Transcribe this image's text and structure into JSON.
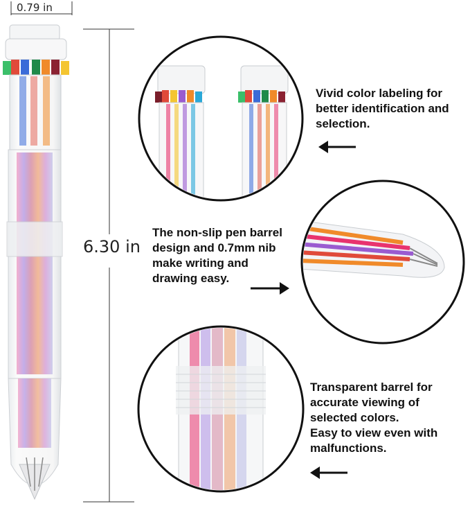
{
  "dimensions": {
    "width_label": "0.79 in",
    "height_label": "6.30 in"
  },
  "callouts": {
    "top": [
      "Vivid color labeling for",
      "better identification and",
      "selection."
    ],
    "middle": [
      "The non-slip pen barrel",
      "design and 0.7mm nib",
      "make writing and",
      "drawing easy."
    ],
    "bottom": [
      "Transparent barrel for",
      "accurate viewing of",
      "selected colors.",
      "Easy to view even with",
      "malfunctions."
    ]
  },
  "colors": {
    "ink": [
      "#e8336e",
      "#3a6bd8",
      "#f08a2a",
      "#9a5bd0",
      "#f4c531",
      "#2aa8d8",
      "#e04a3a",
      "#3bbf6a"
    ]
  }
}
